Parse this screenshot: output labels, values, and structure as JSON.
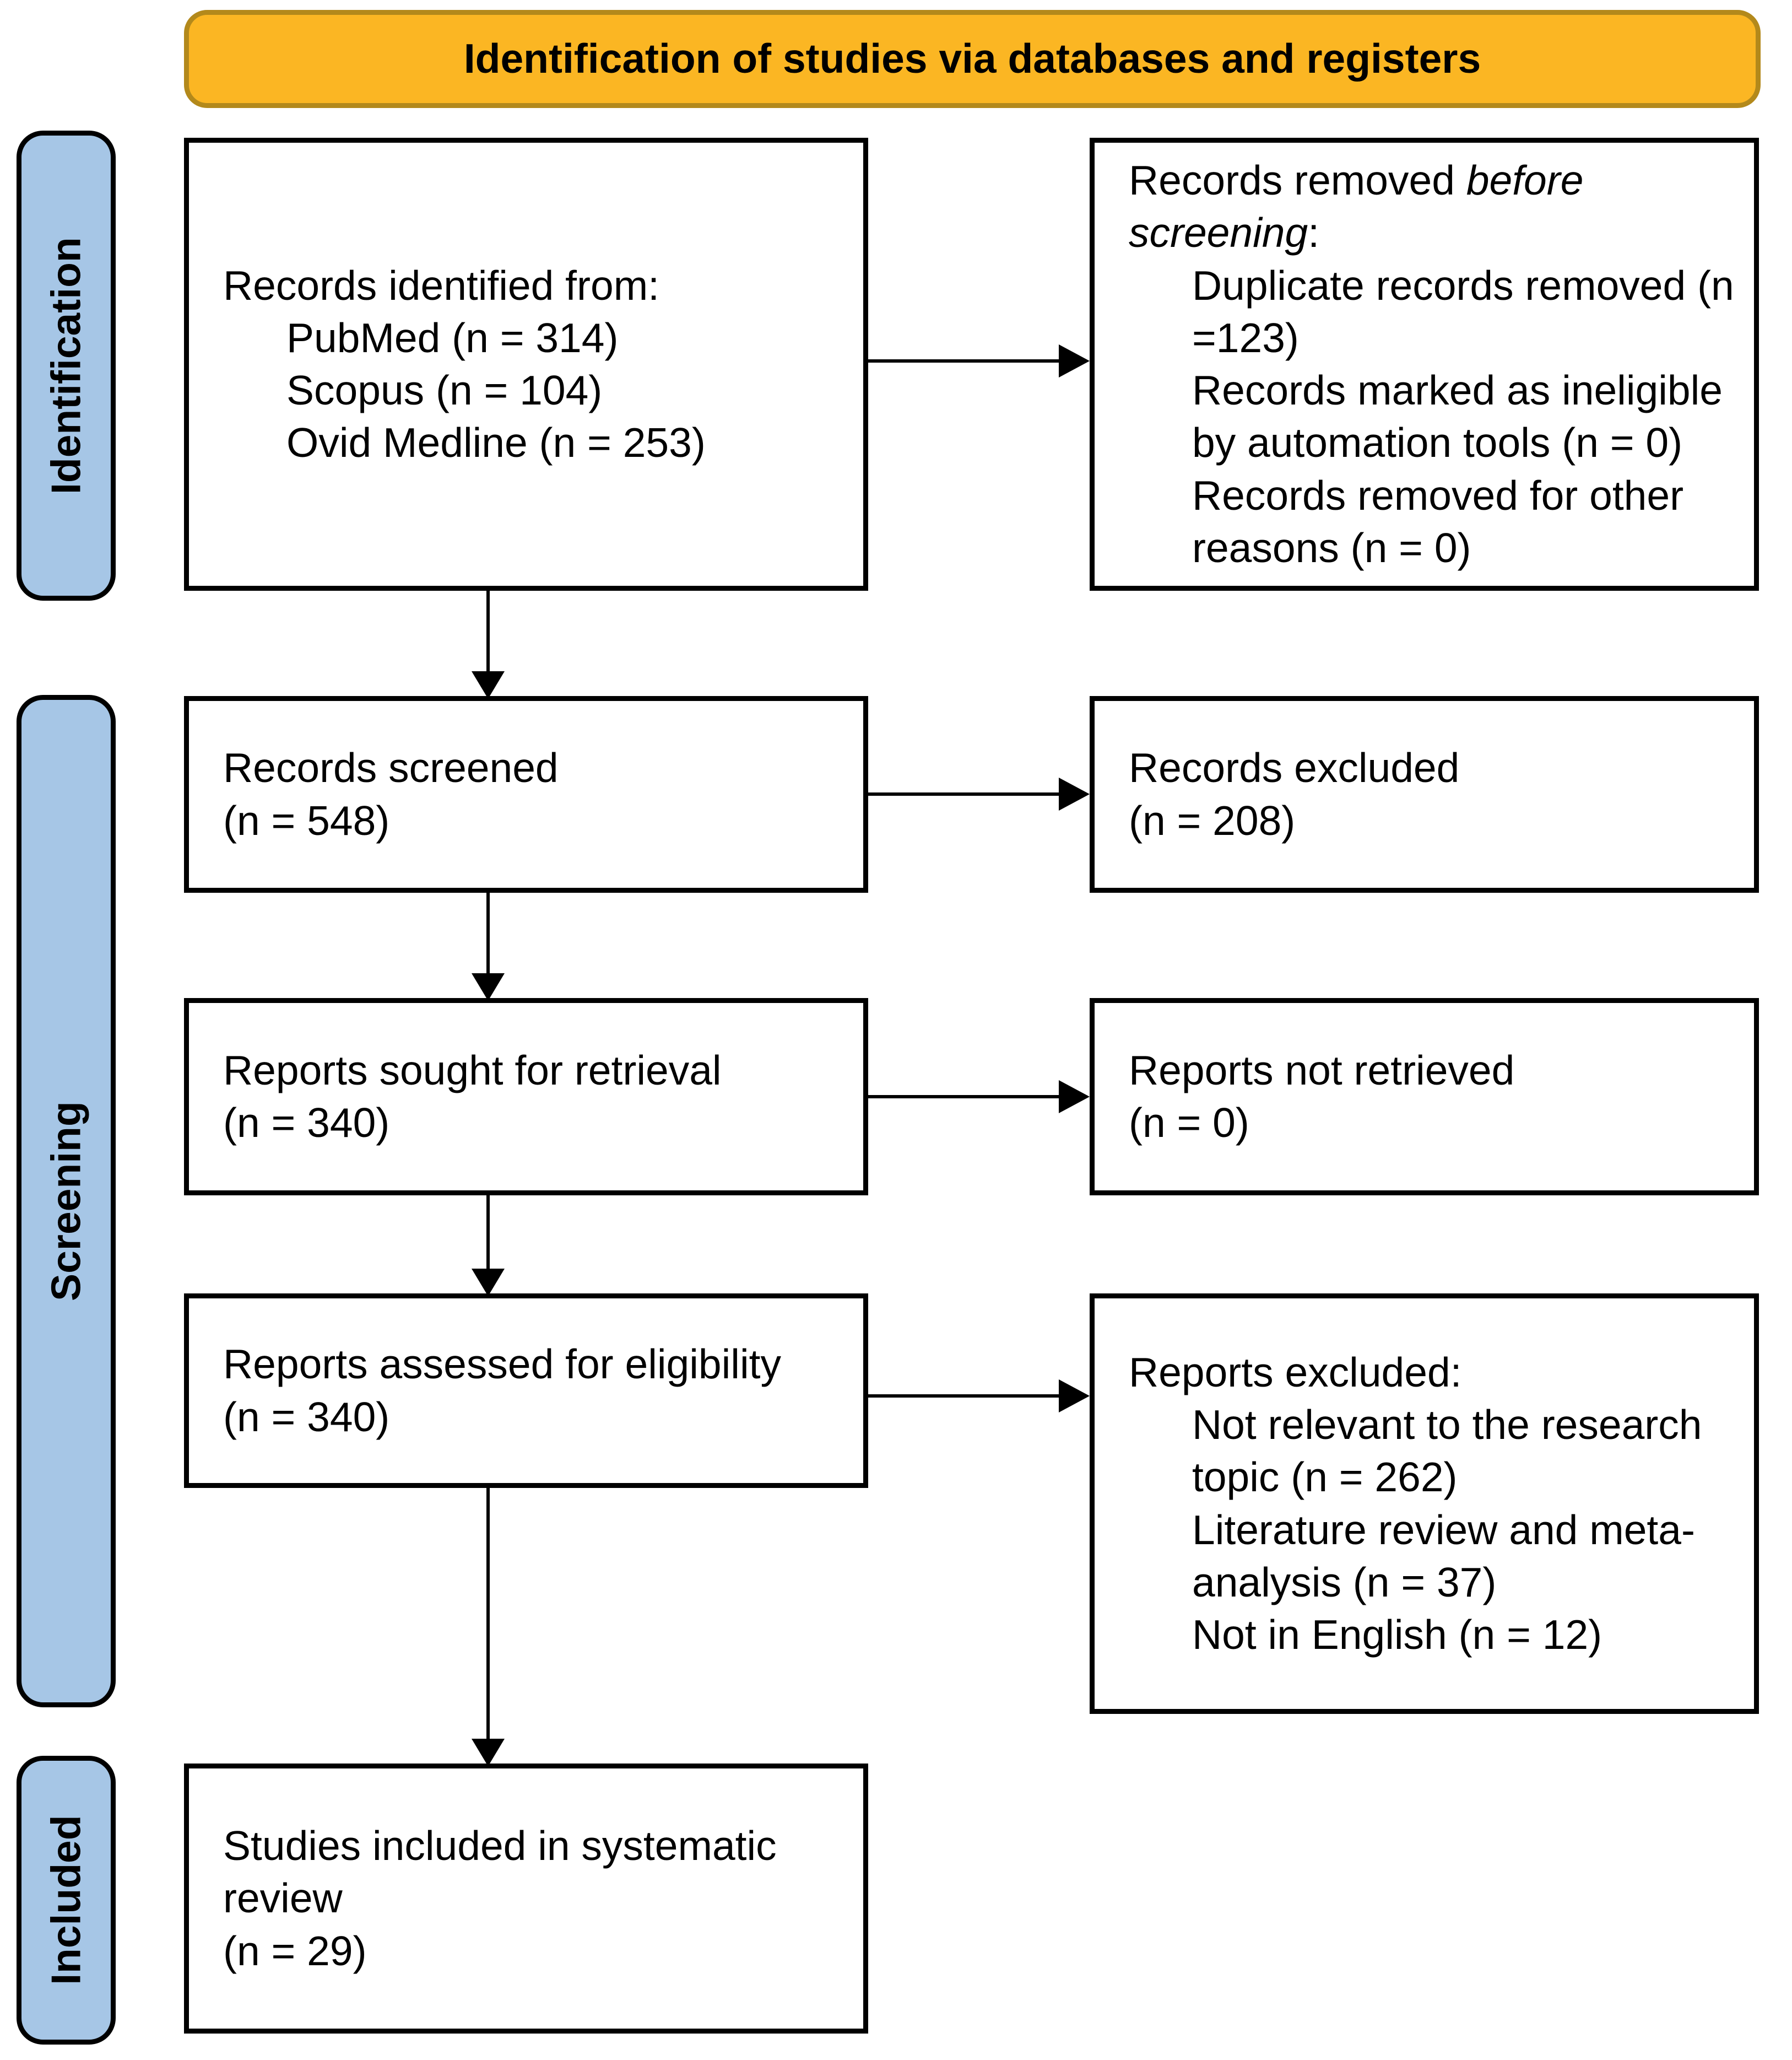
{
  "header": {
    "title": "Identification of studies via databases and registers",
    "fill_color": "#FBB623",
    "border_color": "#B3891B"
  },
  "sidebar": {
    "fill_color": "#A6C6E6",
    "identification": "Identification",
    "screening": "Screening",
    "included": "Included"
  },
  "boxes": {
    "records_identified": {
      "lines": [
        "Records identified from:",
        "PubMed (n = 314)",
        "Scopus (n = 104)",
        "Ovid Medline (n = 253)"
      ]
    },
    "records_removed": {
      "line1_normal": "Records removed ",
      "line1_italic": "before",
      "line2_italic": "screening",
      "line2_colon": ":",
      "items": [
        "Duplicate records removed (n",
        "=123)",
        "Records marked as ineligible",
        "by automation tools (n = 0)",
        "Records removed for other",
        "reasons (n = 0)"
      ]
    },
    "records_screened": {
      "lines": [
        "Records screened",
        "(n = 548)"
      ]
    },
    "records_excluded": {
      "lines": [
        "Records excluded",
        "(n = 208)"
      ]
    },
    "reports_sought": {
      "lines": [
        "Reports sought for retrieval",
        "(n = 340)"
      ]
    },
    "reports_not_retrieved": {
      "lines": [
        "Reports not retrieved",
        "(n = 0)"
      ]
    },
    "reports_assessed": {
      "lines": [
        "Reports assessed for eligibility",
        "(n = 340)"
      ]
    },
    "reports_excluded": {
      "heading": "Reports excluded:",
      "items": [
        "Not relevant to the research",
        "topic (n = 262)",
        "Literature review and meta-",
        "analysis (n = 37)",
        "Not in English (n = 12)"
      ]
    },
    "studies_included": {
      "lines": [
        "Studies included in systematic",
        "review",
        "(n = 29)"
      ]
    }
  }
}
